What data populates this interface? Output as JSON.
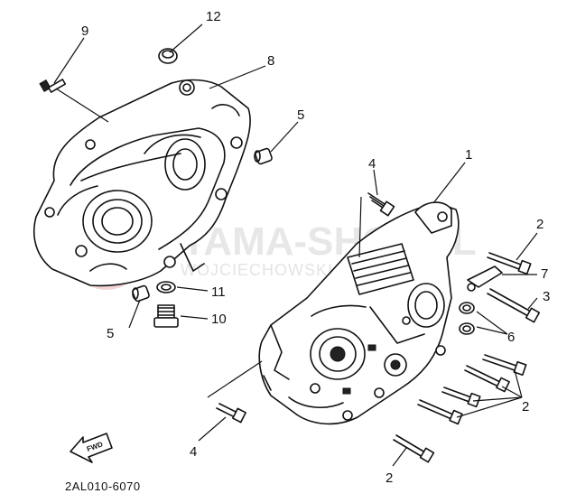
{
  "diagram": {
    "code": "2AL010-6070",
    "fwd_label": "FWD",
    "watermark": {
      "brand": "YAMA-SHOP.PL",
      "sub": "WOJCIECHOWSKI ..."
    },
    "callouts": [
      {
        "id": "c1",
        "label": "1"
      },
      {
        "id": "c2a",
        "label": "2"
      },
      {
        "id": "c2b",
        "label": "2"
      },
      {
        "id": "c2c",
        "label": "2"
      },
      {
        "id": "c3",
        "label": "3"
      },
      {
        "id": "c4a",
        "label": "4"
      },
      {
        "id": "c4b",
        "label": "4"
      },
      {
        "id": "c5a",
        "label": "5"
      },
      {
        "id": "c5b",
        "label": "5"
      },
      {
        "id": "c6",
        "label": "6"
      },
      {
        "id": "c7",
        "label": "7"
      },
      {
        "id": "c8",
        "label": "8"
      },
      {
        "id": "c9",
        "label": "9"
      },
      {
        "id": "c10",
        "label": "10"
      },
      {
        "id": "c11",
        "label": "11"
      },
      {
        "id": "c12",
        "label": "12"
      }
    ]
  }
}
